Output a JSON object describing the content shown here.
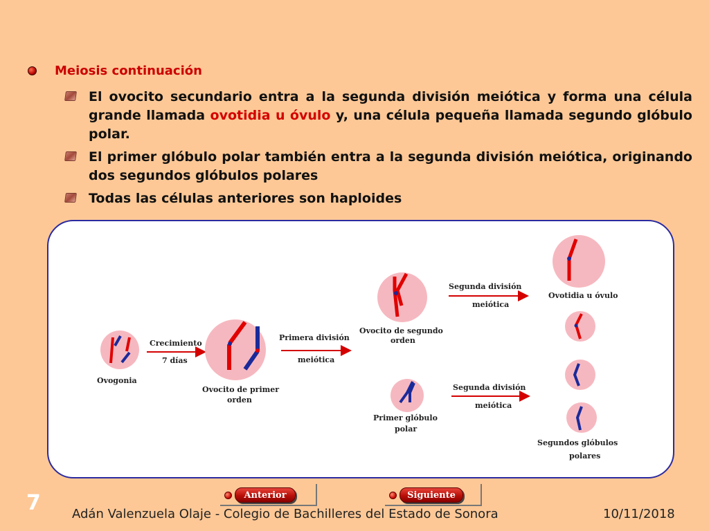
{
  "heading": "Meiosis continuación",
  "bullets": {
    "b1_part1": "El ovocito secundario entra a la segunda división meiótica y forma una célula grande llamada ",
    "b1_red": "ovotidia u óvulo",
    "b1_part2": " y, una célula pequeña llamada segundo glóbulo polar.",
    "b2": "El primer glóbulo polar también entra a la segunda división meiótica, originando dos segundos glóbulos polares",
    "b3": "Todas las células anteriores son haploides"
  },
  "diagram": {
    "ovogonia": "Ovogonia",
    "crecimiento": "Crecimiento",
    "dias": "7 días",
    "ovocito1_a": "Ovocito de primer",
    "ovocito1_b": "orden",
    "primera_a": "Primera división",
    "primera_b": "meiótica",
    "ovocito2_a": "Ovocito de segundo",
    "ovocito2_b": "orden",
    "segunda1_a": "Segunda división",
    "segunda1_b": "meiótica",
    "ovotidia": "Ovotidia u óvulo",
    "globulo1_a": "Primer glóbulo",
    "globulo1_b": "polar",
    "segunda2_a": "Segunda división",
    "segunda2_b": "meiótica",
    "segundos_a": "Segundos glóbulos",
    "segundos_b": "polares"
  },
  "nav": {
    "prev": "Anterior",
    "next": "Siguiente"
  },
  "footer": {
    "slide_number": "7",
    "text": "Adán Valenzuela Olaje - Colegio de Bachilleres del Estado de Sonora",
    "date": "10/11/2018"
  },
  "colors": {
    "background": "#fdc896",
    "accent_red": "#cc0000",
    "cell_pink": "#f6b8c0",
    "chromosome_blue": "#1a2a9a"
  }
}
